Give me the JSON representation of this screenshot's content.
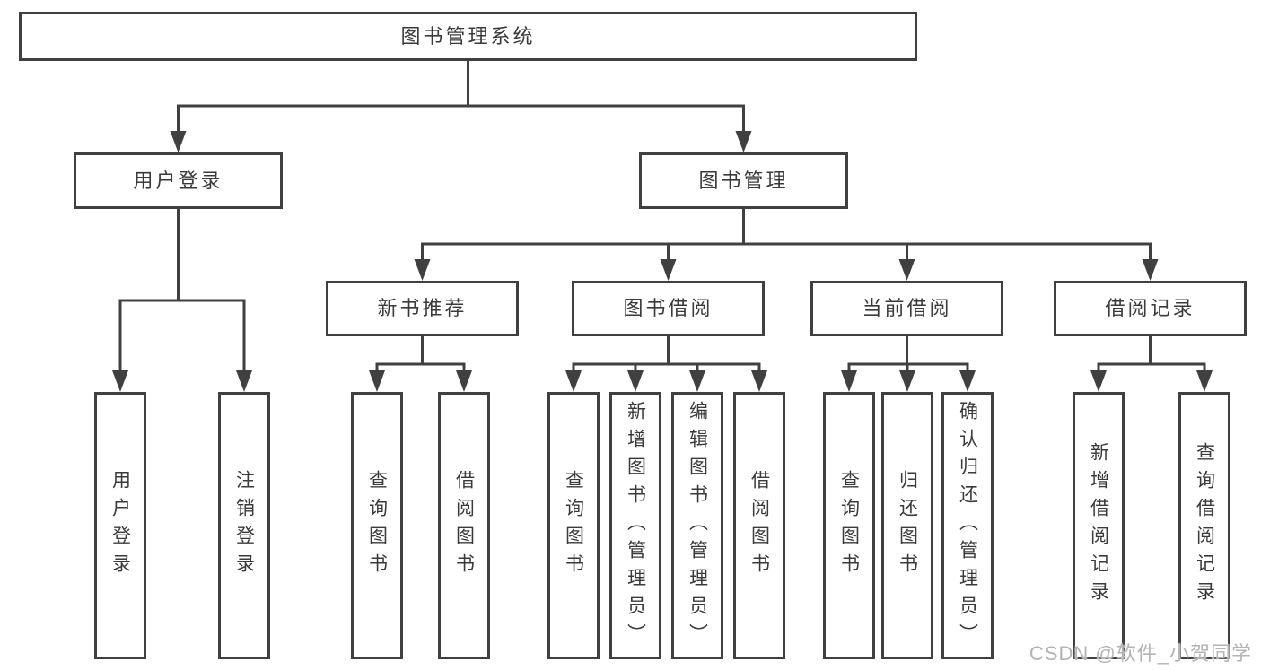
{
  "diagram": {
    "root": {
      "label": "图书管理系统"
    },
    "level2": {
      "user_login": "用户登录",
      "book_mgmt": "图书管理"
    },
    "level3": {
      "new_books": "新书推荐",
      "book_borrow": "图书借阅",
      "current_borrow": "当前借阅",
      "borrow_records": "借阅记录"
    },
    "leaves": {
      "user_login": [
        "用户登录",
        "注销登录"
      ],
      "new_books": [
        "查询图书",
        "借阅图书"
      ],
      "book_borrow": [
        "查询图书",
        "新增图书（管理员）",
        "编辑图书（管理员）",
        "借阅图书"
      ],
      "current_borrow": [
        "查询图书",
        "归还图书",
        "确认归还（管理员）"
      ],
      "borrow_records": [
        "新增借阅记录",
        "查询借阅记录"
      ]
    }
  },
  "watermark": "CSDN @软件_小贺同学",
  "colors": {
    "line": "#404040",
    "text": "#3a3a3a",
    "watermark": "#b3b3b3",
    "background": "#ffffff"
  }
}
